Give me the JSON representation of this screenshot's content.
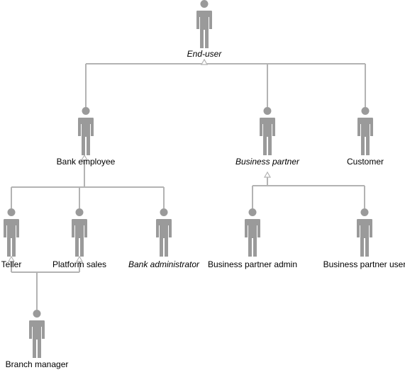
{
  "colors": {
    "actor": "#9a9a9a",
    "connector": "#b3b3b3",
    "text": "#000000",
    "background": "#ffffff"
  },
  "actors": [
    {
      "id": "end-user",
      "label": "End-user",
      "italic": true
    },
    {
      "id": "bank-employee",
      "label": "Bank employee",
      "italic": false
    },
    {
      "id": "business-partner",
      "label": "Business partner",
      "italic": true
    },
    {
      "id": "customer",
      "label": "Customer",
      "italic": false
    },
    {
      "id": "teller",
      "label": "Teller",
      "italic": false
    },
    {
      "id": "platform-sales",
      "label": "Platform sales",
      "italic": false
    },
    {
      "id": "bank-administrator",
      "label": "Bank administrator",
      "italic": true
    },
    {
      "id": "business-partner-admin",
      "label": "Business partner admin",
      "italic": false
    },
    {
      "id": "business-partner-user",
      "label": "Business partner user",
      "italic": false
    },
    {
      "id": "branch-manager",
      "label": "Branch manager",
      "italic": false
    }
  ],
  "generalizations": [
    {
      "parent": "end-user",
      "children": [
        "bank-employee",
        "business-partner",
        "customer"
      ]
    },
    {
      "parent": "bank-employee",
      "children": [
        "teller",
        "platform-sales",
        "bank-administrator"
      ]
    },
    {
      "parent": "business-partner",
      "children": [
        "business-partner-admin",
        "business-partner-user"
      ]
    },
    {
      "parent_group": [
        "teller",
        "platform-sales"
      ],
      "child": "branch-manager"
    }
  ]
}
